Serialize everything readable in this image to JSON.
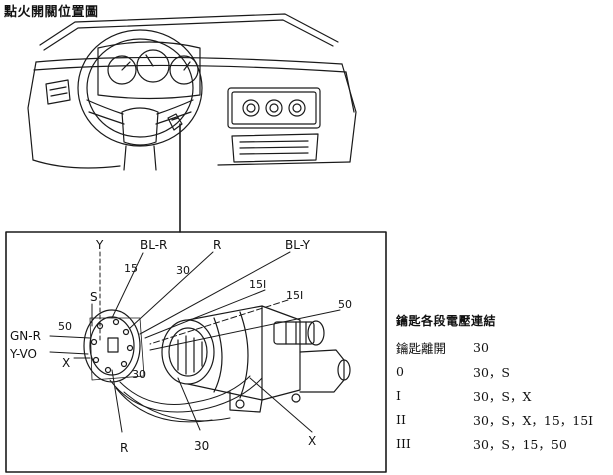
{
  "title": "點火開關位置圖",
  "labels": {
    "Y": "Y",
    "BL_R": "BL-R",
    "R_top": "R",
    "BL_Y": "BL-Y",
    "n15": "15",
    "n30_top": "30",
    "n15I_a": "15I",
    "n15I_b": "15I",
    "n50_right": "50",
    "S": "S",
    "n50_left": "50",
    "GN_R": "GN-R",
    "Y_VO": "Y-VO",
    "X_left": "X",
    "n30_inner": "30",
    "R_bottom": "R",
    "n30_bottom": "30",
    "X_bottom": "X"
  },
  "legend": {
    "title": "鑰匙各段電壓連結",
    "rows": [
      {
        "position": "鑰匙離開",
        "terminals": "30"
      },
      {
        "position": "0",
        "terminals": "30，S"
      },
      {
        "position": "I",
        "terminals": "30，S，X"
      },
      {
        "position": "II",
        "terminals": "30，S，X，15，15I"
      },
      {
        "position": "III",
        "terminals": "30，S，15，50"
      }
    ]
  }
}
